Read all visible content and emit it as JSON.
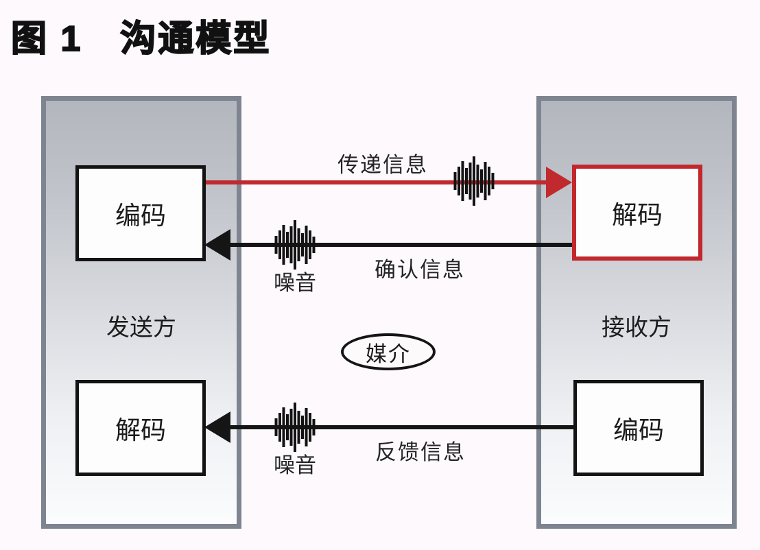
{
  "title": "图 1　沟通模型",
  "colors": {
    "accent_red": "#c0272d",
    "line_black": "#151515",
    "panel_border": "#7e8590",
    "panel_fill_top": "#b2b6bd",
    "panel_fill_bottom": "#fbfcfe",
    "background": "#fdf9fc"
  },
  "panels": {
    "sender": {
      "label": "发送方",
      "top_box": "编码",
      "bottom_box": "解码"
    },
    "receiver": {
      "label": "接收方",
      "top_box": "解码",
      "bottom_box": "编码"
    }
  },
  "arrows": [
    {
      "id": "transmit",
      "label": "传递信息",
      "direction": "left-to-right",
      "color": "#c0272d",
      "noise_label": ""
    },
    {
      "id": "confirm",
      "label": "确认信息",
      "direction": "right-to-left",
      "color": "#151515",
      "noise_label": "噪音"
    },
    {
      "id": "feedback",
      "label": "反馈信息",
      "direction": "right-to-left",
      "color": "#151515",
      "noise_label": "噪音"
    }
  ],
  "medium": {
    "label": "媒介"
  },
  "icons": {
    "noise_waveform": "noise-waveform-icon"
  }
}
